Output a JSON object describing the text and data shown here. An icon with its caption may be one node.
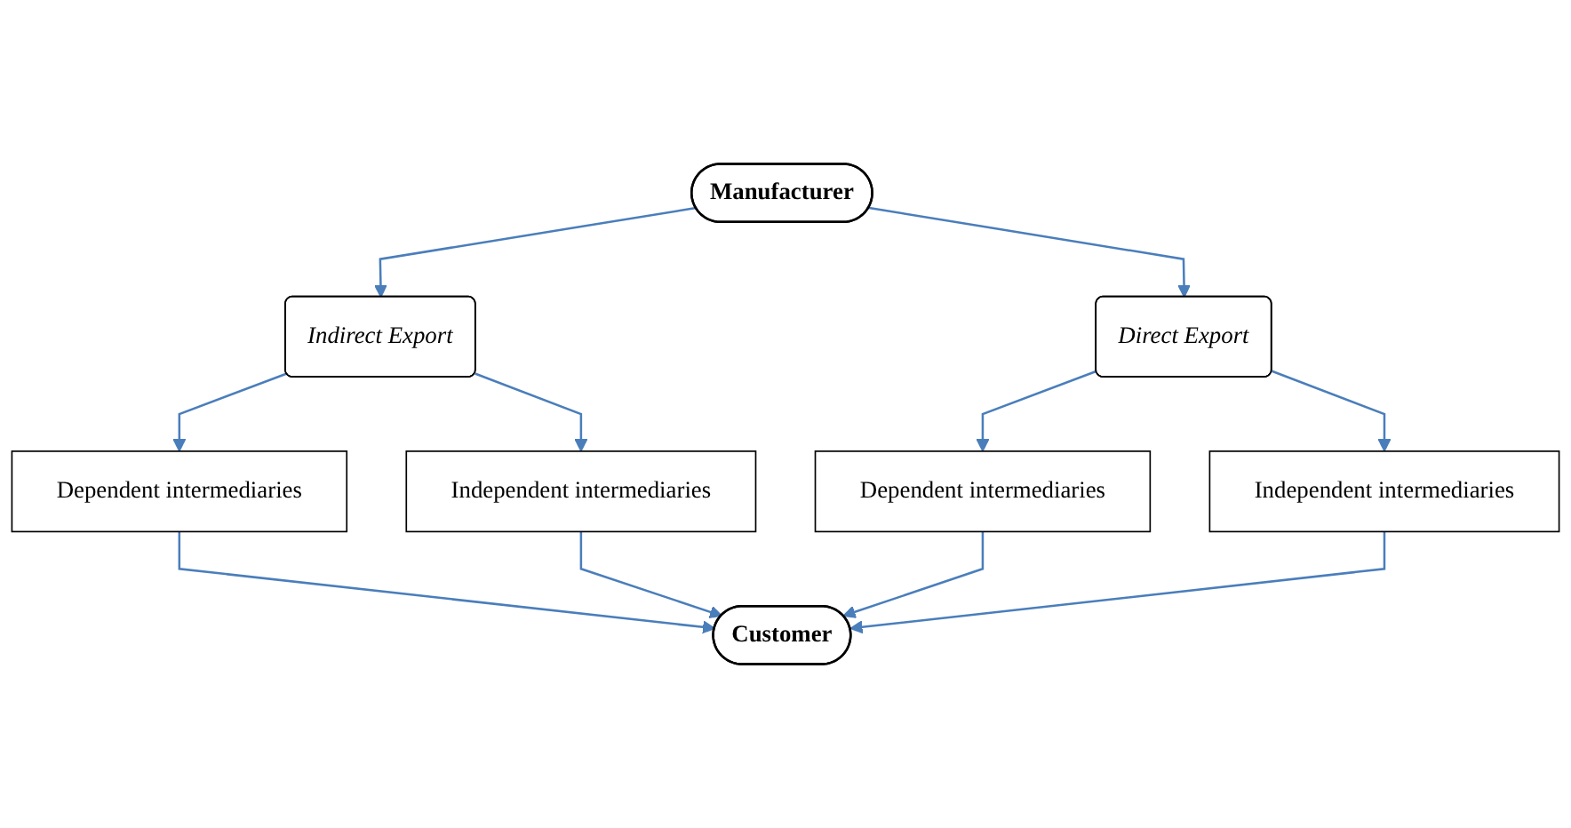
{
  "diagram": {
    "nodes": [
      {
        "text": [
          "Manufacturer"
        ]
      },
      {
        "text": [
          "Indirect Export"
        ]
      },
      {
        "text": [
          "Direct Export"
        ]
      },
      {
        "text": [
          "Dependent intermediaries"
        ]
      },
      {
        "text": [
          "Independent intermediaries"
        ]
      },
      {
        "text": [
          "Dependent intermediaries"
        ]
      },
      {
        "text": [
          "Independent intermediaries"
        ]
      },
      {
        "text": [
          "Customer"
        ]
      }
    ],
    "edges": [
      {
        "from": 0,
        "to": 1,
        "arrow": "to"
      },
      {
        "from": 0,
        "to": 2,
        "arrow": "to"
      },
      {
        "from": 1,
        "to": 3,
        "arrow": "to"
      },
      {
        "from": 1,
        "to": 4,
        "arrow": "to"
      },
      {
        "from": 2,
        "to": 5,
        "arrow": "to"
      },
      {
        "from": 2,
        "to": 6,
        "arrow": "to"
      },
      {
        "from": 3,
        "to": 7,
        "arrow": "to"
      },
      {
        "from": 4,
        "to": 7,
        "arrow": "to"
      },
      {
        "from": 5,
        "to": 7,
        "arrow": "to"
      },
      {
        "from": 6,
        "to": 7,
        "arrow": "to"
      }
    ]
  }
}
